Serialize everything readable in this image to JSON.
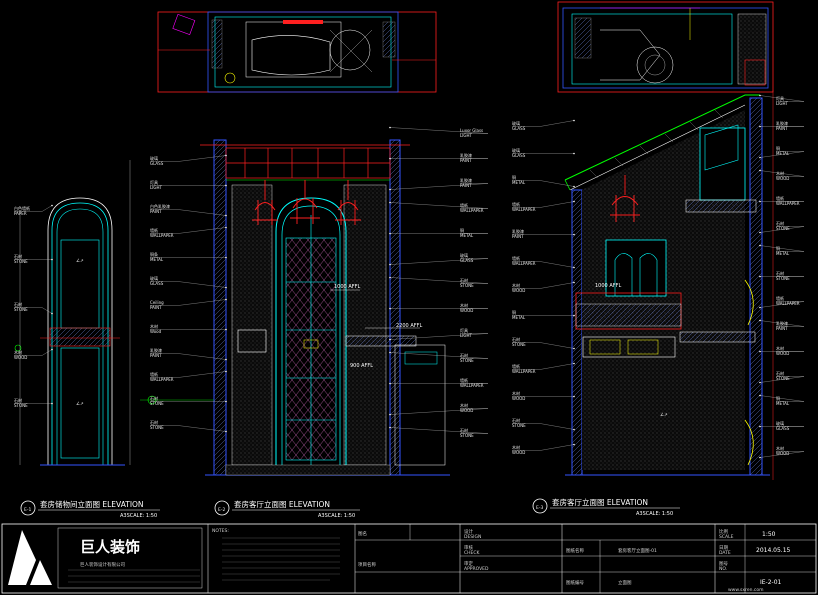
{
  "drawing_title": "",
  "views": [
    {
      "id": "E-1",
      "title": "套房储物间立面图 ELEVATION",
      "scale": "A3SCALE: 1:50"
    },
    {
      "id": "E-2",
      "title": "套房客厅立面图 ELEVATION",
      "scale": "A3SCALE: 1:50"
    },
    {
      "id": "E-3",
      "title": "套房客厅立面图 ELEVATION",
      "scale": "A3SCALE: 1:50"
    }
  ],
  "level_marks": {
    "e2_upper": "1000 AFFL",
    "e2_shelf": "2200 AFFL",
    "e2_lower": "900 AFFL",
    "e3_upper": "1000 AFFL"
  },
  "labels_left_e1": [
    "白色墙纸",
    "PAPER",
    "石材",
    "STONE",
    "石材",
    "STONE",
    "木材",
    "WOOD",
    "石材",
    "STONE"
  ],
  "labels_left_e2": [
    "玻璃",
    "GLASS",
    "灯具",
    "LIGHT",
    "白色乳胶漆",
    "PAINT",
    "墙纸",
    "WALLPAPER",
    "铜条",
    "METAL",
    "玻璃",
    "GLASS",
    "Ceiling",
    "PAINT",
    "木材",
    "Wood",
    "乳胶漆",
    "PAINT",
    "墙纸",
    "WALLPAPER",
    "石材",
    "STONE",
    "石材",
    "STONE"
  ],
  "labels_right_e2": [
    "Luxor Glass",
    "LIGHT",
    "乳胶漆",
    "PAINT",
    "乳胶漆",
    "PAINT",
    "墙纸",
    "WALLPAPER",
    "铜",
    "METAL",
    "玻璃",
    "GLASS",
    "石材",
    "STONE",
    "木材",
    "WOOD",
    "灯具",
    "LIGHT",
    "石材",
    "STONE",
    "墙纸",
    "WALLPAPER",
    "木材",
    "WOOD",
    "石材",
    "STONE"
  ],
  "labels_left_e3": [
    "玻璃",
    "GLASS",
    "玻璃",
    "GLASS",
    "铜",
    "METAL",
    "墙纸",
    "WALLPAPER",
    "乳胶漆",
    "PAINT",
    "墙纸",
    "WALLPAPER",
    "木材",
    "WOOD",
    "铜",
    "METAL",
    "石材",
    "STONE",
    "墙纸",
    "WALLPAPER",
    "木材",
    "WOOD",
    "石材",
    "STONE",
    "木材",
    "WOOD"
  ],
  "labels_right_e3": [
    "灯具",
    "LIGHT",
    "乳胶漆",
    "PAINT",
    "铜",
    "METAL",
    "木材",
    "WOOD",
    "墙纸",
    "WALLPAPER",
    "石材",
    "STONE",
    "铜",
    "METAL",
    "石材",
    "STONE",
    "墙纸",
    "WALLPAPER",
    "乳胶漆",
    "PAINT",
    "木材",
    "WOOD",
    "石材",
    "STONE",
    "铜",
    "METAL",
    "玻璃",
    "GLASS",
    "木材",
    "WOOD"
  ],
  "title_block": {
    "company": "巨人装饰",
    "company_sub": "巨人装饰设计有限公司",
    "address": "",
    "notes_header": "NOTES:",
    "project_label": "项目名称",
    "project_value": "",
    "drawing_label": "图名",
    "drawing_value": "",
    "drawn_label": "设计",
    "drawn_en": "DESIGN",
    "check_label": "审核",
    "check_en": "CHECK",
    "approve_label": "审定",
    "approve_en": "APPROVED",
    "sheet_title_label": "图纸名称",
    "sheet_title_value": "套房客厅立面图-01",
    "sheet_no_label": "图纸编号",
    "sheet_no_value": "立面图",
    "scale_label": "比例",
    "scale_en": "SCALE",
    "scale_value": "1:50",
    "date_label": "日期",
    "date_en": "DATE",
    "date_value": "2014.05.15",
    "no_label": "图号",
    "no_en": "NO.",
    "no_value": "IE-2-01",
    "watermark": "www.sxren.com"
  },
  "colors": {
    "background": "#000000",
    "wall": "#3355ff",
    "cyan": "#00ffff",
    "red": "#ff2020",
    "yellow": "#ffff00",
    "magenta": "#ff00ff",
    "green": "#00ff00",
    "white": "#ffffff"
  }
}
